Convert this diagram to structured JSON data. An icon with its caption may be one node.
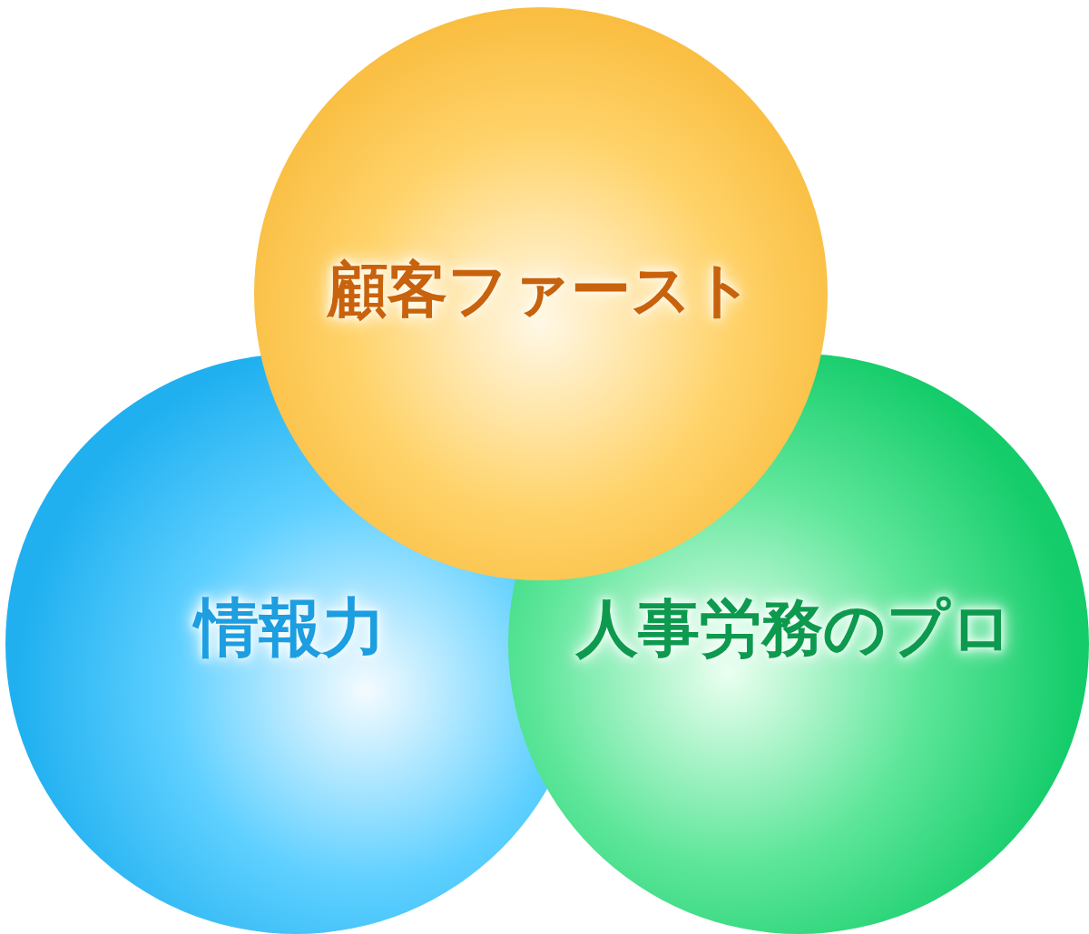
{
  "diagram": {
    "nodes": [
      {
        "text": [
          "顧客ファースト"
        ]
      },
      {
        "text": [
          "情報力"
        ]
      },
      {
        "text": [
          "人事労務のプロ"
        ]
      }
    ]
  }
}
